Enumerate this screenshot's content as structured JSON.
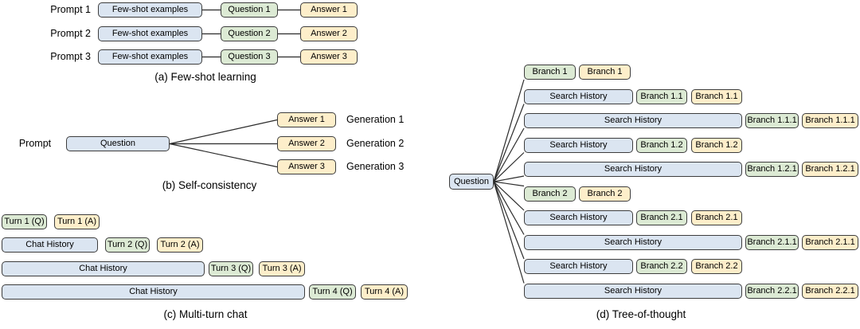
{
  "colors": {
    "blue": "#dbe5f1",
    "green": "#dcead4",
    "yellow": "#fdeeca",
    "border": "#3d3d3d",
    "line": "#2b2b2b"
  },
  "few_shot": {
    "caption": "(a) Few-shot learning",
    "rows": [
      {
        "label": "Prompt 1",
        "examples": "Few-shot examples",
        "question": "Question 1",
        "answer": "Answer 1"
      },
      {
        "label": "Prompt 2",
        "examples": "Few-shot examples",
        "question": "Question 2",
        "answer": "Answer 2"
      },
      {
        "label": "Prompt 3",
        "examples": "Few-shot examples",
        "question": "Question 3",
        "answer": "Answer 3"
      }
    ]
  },
  "self_consistency": {
    "caption": "(b) Self-consistency",
    "prompt_label": "Prompt",
    "question": "Question",
    "rows": [
      {
        "answer": "Answer 1",
        "generation": "Generation 1"
      },
      {
        "answer": "Answer 2",
        "generation": "Generation 2"
      },
      {
        "answer": "Answer 3",
        "generation": "Generation 3"
      }
    ]
  },
  "multi_turn": {
    "caption": "(c) Multi-turn chat",
    "rows": [
      {
        "q": "Turn 1 (Q)",
        "a": "Turn 1 (A)"
      },
      {
        "history": "Chat History",
        "q": "Turn 2 (Q)",
        "a": "Turn 2 (A)"
      },
      {
        "history": "Chat History",
        "q": "Turn 3 (Q)",
        "a": "Turn 3 (A)"
      },
      {
        "history": "Chat History",
        "q": "Turn 4 (Q)",
        "a": "Turn 4 (A)"
      }
    ]
  },
  "tree_of_thought": {
    "caption": "(d) Tree-of-thought",
    "question": "Question",
    "rows": [
      {
        "green": "Branch 1",
        "yellow": "Branch 1"
      },
      {
        "history": "Search History",
        "green": "Branch 1.1",
        "yellow": "Branch 1.1"
      },
      {
        "history": "Search History",
        "green": "Branch 1.1.1",
        "yellow": "Branch 1.1.1"
      },
      {
        "history": "Search History",
        "green": "Branch 1.2",
        "yellow": "Branch 1.2"
      },
      {
        "history": "Search History",
        "green": "Branch 1.2.1",
        "yellow": "Branch 1.2.1"
      },
      {
        "green": "Branch 2",
        "yellow": "Branch 2"
      },
      {
        "history": "Search History",
        "green": "Branch 2.1",
        "yellow": "Branch 2.1"
      },
      {
        "history": "Search History",
        "green": "Branch 2.1.1",
        "yellow": "Branch 2.1.1"
      },
      {
        "history": "Search History",
        "green": "Branch 2.2",
        "yellow": "Branch 2.2"
      },
      {
        "history": "Search History",
        "green": "Branch 2.2.1",
        "yellow": "Branch 2.2.1"
      }
    ]
  }
}
